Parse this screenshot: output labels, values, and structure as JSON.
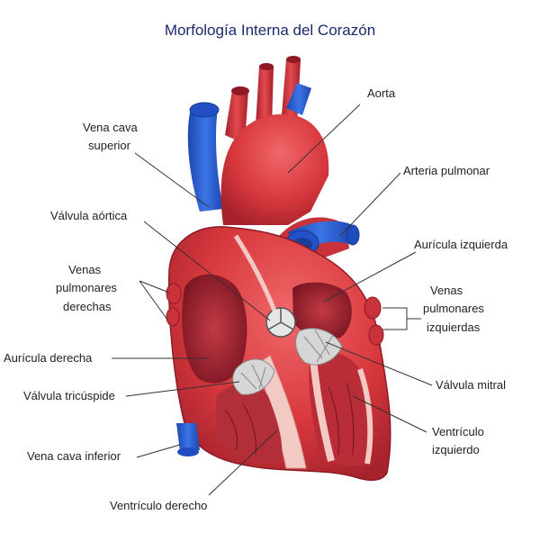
{
  "title": "Morfología Interna del Corazón",
  "labels": {
    "vena_cava_superior": [
      "Vena cava",
      "superior"
    ],
    "aorta": "Aorta",
    "arteria_pulmonar": "Arteria pulmonar",
    "valvula_aortica": "Válvula aórtica",
    "auricula_izquierda": "Aurícula izquierda",
    "venas_pulmonares_derechas": [
      "Venas",
      "pulmonares",
      "derechas"
    ],
    "venas_pulmonares_izquierdas": [
      "Venas",
      "pulmonares",
      "izquierdas"
    ],
    "auricula_derecha": "Aurícula derecha",
    "valvula_mitral": "Válvula mitral",
    "valvula_tricuspide": "Válvula tricúspide",
    "ventriculo_izquierdo": [
      "Ventrículo",
      "izquierdo"
    ],
    "vena_cava_inferior": "Vena cava inferior",
    "ventriculo_derecho": "Ventrículo derecho"
  },
  "colors": {
    "artery_red": "#d9343a",
    "heart_red": "#e24a4e",
    "dark_red": "#9c1f2a",
    "vein_blue": "#2f64d8",
    "valve_gray": "#c9c9c9",
    "tissue_pink": "#f3c9c4",
    "title_navy": "#1a2a6a"
  }
}
